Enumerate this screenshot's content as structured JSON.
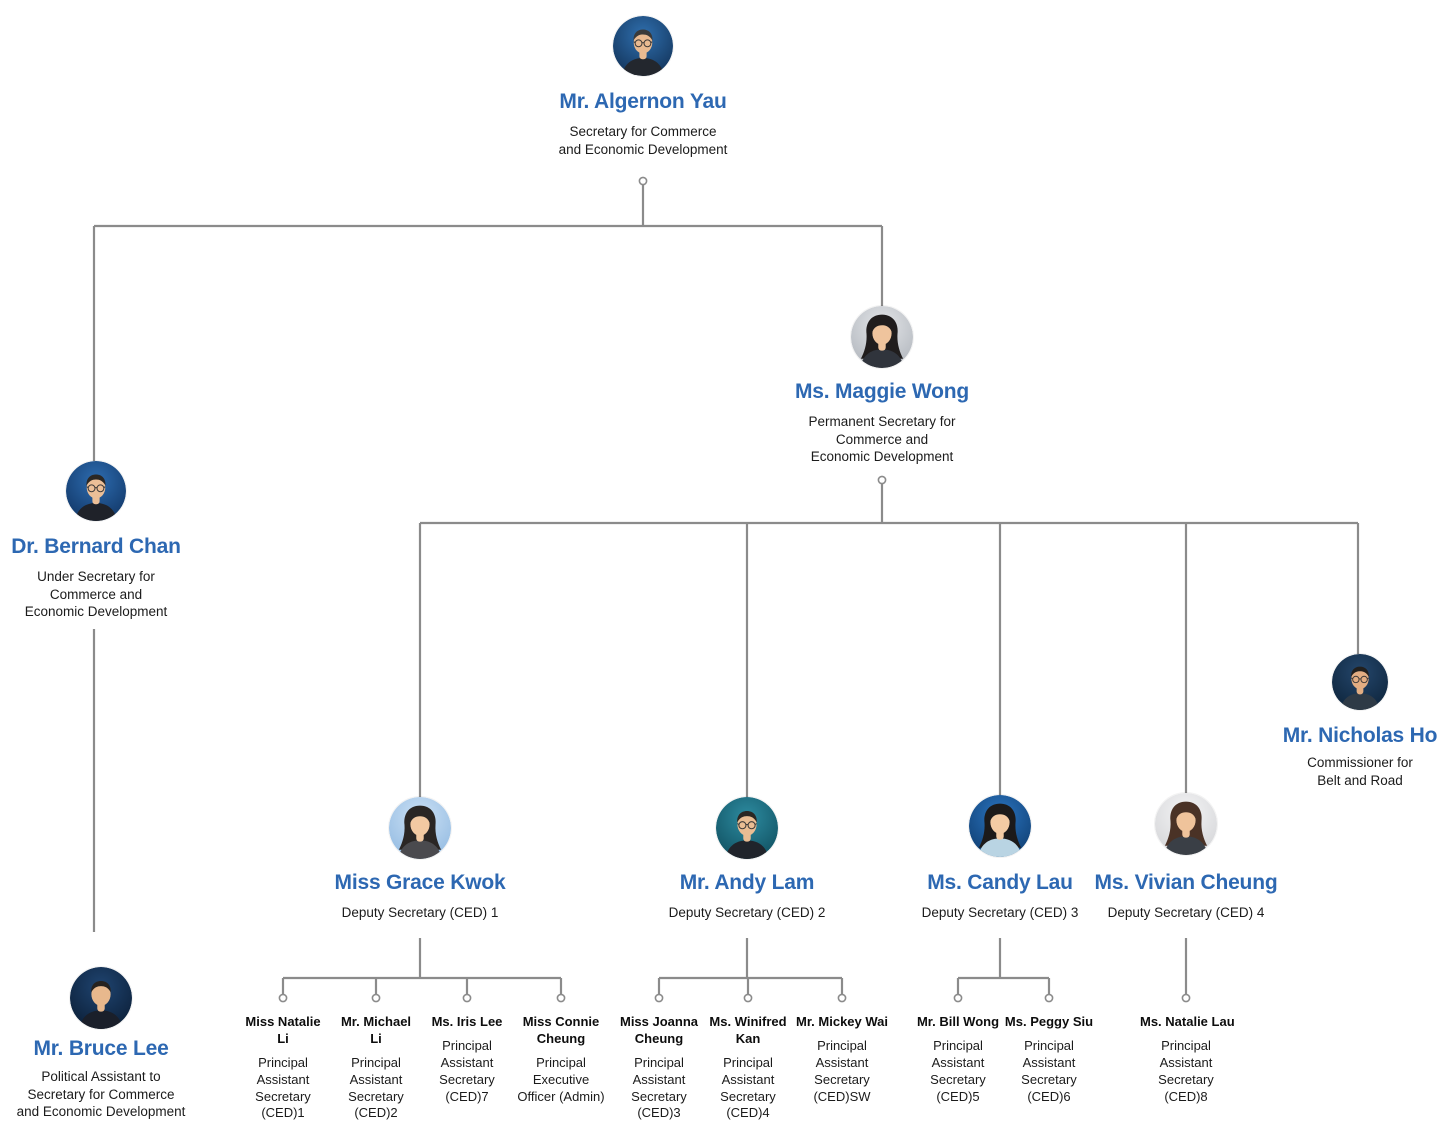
{
  "colors": {
    "name_blue": "#2d68b2",
    "line_gray": "#8b8b8b",
    "text_dark": "#1b1b1b"
  },
  "people": [
    {
      "id": "algernon-yau",
      "name": "Mr. Algernon Yau",
      "title": "Secretary for Commerce\nand Economic Development",
      "avatar": {
        "bg1": "#2f6fae",
        "bg2": "#102e52",
        "skin": "#e9ba91",
        "hair": "#3a3a3a",
        "suit": "#23272e",
        "style": "short",
        "glasses": true
      }
    },
    {
      "id": "maggie-wong",
      "name": "Ms. Maggie Wong",
      "title": "Permanent Secretary for\nCommerce and\nEconomic Development",
      "avatar": {
        "bg1": "#e4e6e9",
        "bg2": "#aeb3ba",
        "skin": "#efc49d",
        "hair": "#201d1d",
        "suit": "#30343c",
        "style": "long",
        "glasses": false
      }
    },
    {
      "id": "bernard-chan",
      "name": "Dr. Bernard Chan",
      "title": "Under Secretary for\nCommerce and\nEconomic Development",
      "avatar": {
        "bg1": "#2d6cb0",
        "bg2": "#0f3260",
        "skin": "#ecbf97",
        "hair": "#2b2825",
        "suit": "#1f2229",
        "style": "short",
        "glasses": true
      }
    },
    {
      "id": "bruce-lee",
      "name": "Mr. Bruce Lee",
      "title": "Political Assistant to\nSecretary for Commerce\nand Economic Development",
      "avatar": {
        "bg1": "#1f4470",
        "bg2": "#0a1c33",
        "skin": "#e8b88d",
        "hair": "#26221f",
        "suit": "#1a1f2a",
        "style": "short",
        "glasses": false
      }
    },
    {
      "id": "grace-kwok",
      "name": "Miss Grace Kwok",
      "title": "Deputy Secretary (CED) 1",
      "avatar": {
        "bg1": "#cce1f5",
        "bg2": "#8fb8e0",
        "skin": "#f2c9a2",
        "hair": "#2a2624",
        "suit": "#4a4a4e",
        "style": "long",
        "glasses": false
      }
    },
    {
      "id": "andy-lam",
      "name": "Mr. Andy Lam",
      "title": "Deputy Secretary (CED) 2",
      "avatar": {
        "bg1": "#2d8ba0",
        "bg2": "#0e4c5c",
        "skin": "#eabd93",
        "hair": "#2b2723",
        "suit": "#20242b",
        "style": "short",
        "glasses": true
      }
    },
    {
      "id": "candy-lau",
      "name": "Ms. Candy Lau",
      "title": "Deputy Secretary (CED) 3",
      "avatar": {
        "bg1": "#2a74c0",
        "bg2": "#0d3a6b",
        "skin": "#f3cba4",
        "hair": "#1c1a1a",
        "suit": "#b9d4e3",
        "style": "long",
        "glasses": false
      }
    },
    {
      "id": "vivian-cheung",
      "name": "Ms. Vivian Cheung",
      "title": "Deputy Secretary (CED) 4",
      "avatar": {
        "bg1": "#f4f4f5",
        "bg2": "#d2d3d6",
        "skin": "#efc39b",
        "hair": "#4a3226",
        "suit": "#3a3f46",
        "style": "long",
        "glasses": false
      }
    },
    {
      "id": "nicholas-ho",
      "name": "Mr. Nicholas Ho",
      "title": "Commissioner for\nBelt and Road",
      "avatar": {
        "bg1": "#24466b",
        "bg2": "#0c2238",
        "skin": "#e3ad82",
        "hair": "#22201e",
        "suit": "#2e3a46",
        "style": "short",
        "glasses": true
      }
    },
    {
      "id": "natalie-li",
      "name": "Miss Natalie\nLi",
      "title": "Principal Assistant Secretary (CED)1"
    },
    {
      "id": "michael-li",
      "name": "Mr. Michael\nLi",
      "title": "Principal Assistant Secretary (CED)2"
    },
    {
      "id": "iris-lee",
      "name": "Ms. Iris Lee",
      "title": "Principal Assistant Secretary (CED)7"
    },
    {
      "id": "connie-cheung",
      "name": "Miss Connie\nCheung",
      "title": "Principal Executive Officer (Admin)"
    },
    {
      "id": "joanna-cheung",
      "name": "Miss Joanna\nCheung",
      "title": "Principal Assistant Secretary (CED)3"
    },
    {
      "id": "winifred-kan",
      "name": "Ms. Winifred\nKan",
      "title": "Principal Assistant Secretary (CED)4"
    },
    {
      "id": "mickey-wai",
      "name": "Mr. Mickey Wai",
      "title": "Principal Assistant Secretary (CED)SW"
    },
    {
      "id": "bill-wong",
      "name": "Mr. Bill Wong",
      "title": "Principal Assistant Secretary (CED)5"
    },
    {
      "id": "peggy-siu",
      "name": "Ms. Peggy Siu",
      "title": "Principal Assistant Secretary (CED)6"
    },
    {
      "id": "natalie-lau",
      "name": "Ms. Natalie Lau",
      "title": "Principal Assistant Secretary (CED)8"
    }
  ]
}
